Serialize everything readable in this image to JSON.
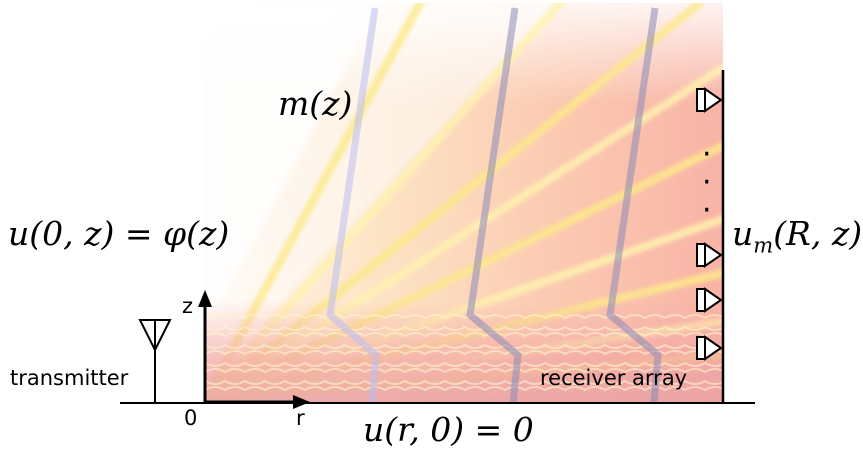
{
  "labels": {
    "source_condition": "u(0, z) = φ(z)",
    "surface_condition": "u(r, 0) = 0",
    "receiver_field": "u_m(R, z)",
    "profile": "m(z)",
    "transmitter": "transmitter",
    "receiver_array": "receiver array",
    "z_axis": "z",
    "r_axis": "r",
    "origin": "0",
    "dots": "⋮"
  },
  "colors": {
    "field_bright": "#fffbe0",
    "field_yellow": "#fde98a",
    "field_peach": "#f9b49a",
    "field_pink": "#f6a3a3",
    "profile_line": "#8a8ab8",
    "profile_line_first": "#b9bdf2"
  },
  "receivers": {
    "count_drawn": 4
  }
}
